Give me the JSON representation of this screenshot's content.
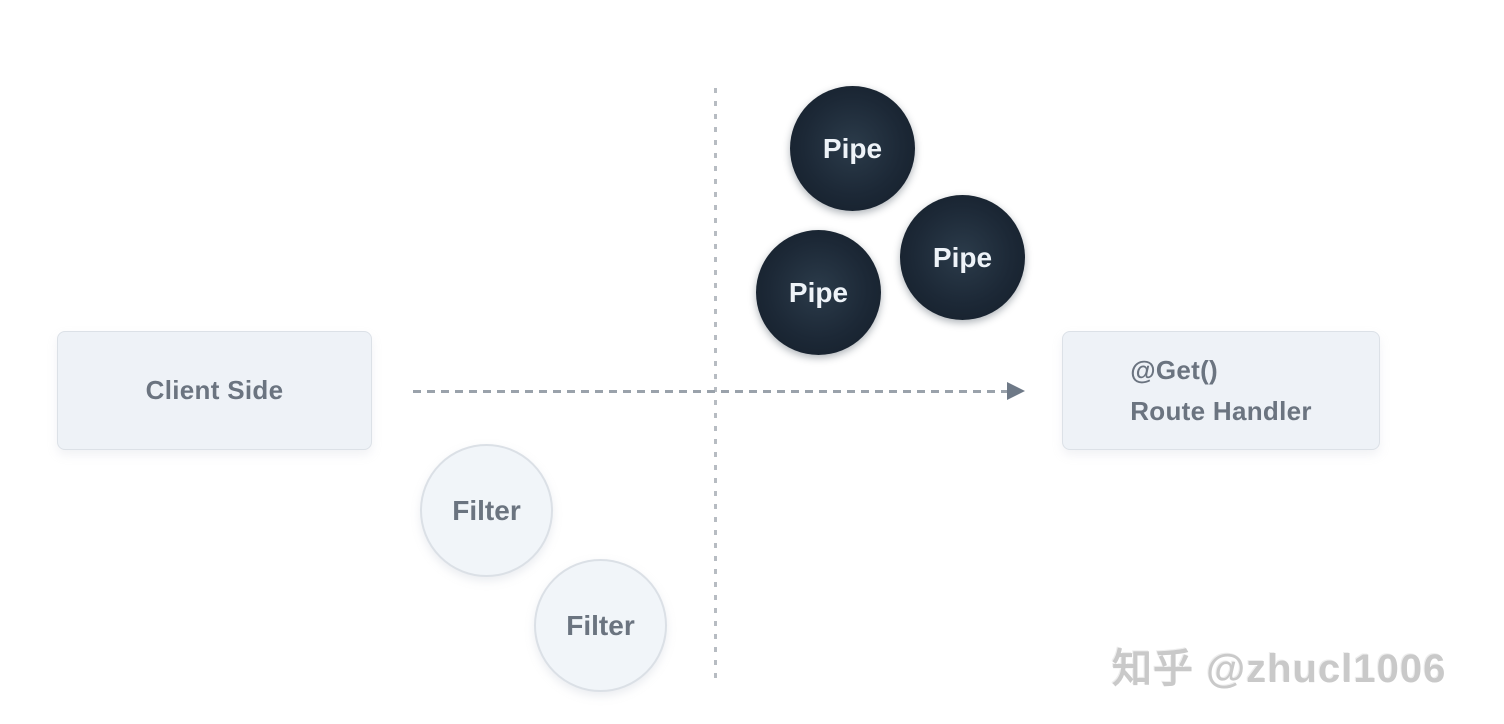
{
  "nodes": {
    "client": {
      "label": "Client Side"
    },
    "handler": {
      "line1": "@Get()",
      "line2": "Route Handler"
    },
    "pipes": [
      {
        "label": "Pipe"
      },
      {
        "label": "Pipe"
      },
      {
        "label": "Pipe"
      }
    ],
    "filters": [
      {
        "label": "Filter"
      },
      {
        "label": "Filter"
      }
    ]
  },
  "colors": {
    "background": "#ffffff",
    "node_box_fill": "#eef2f7",
    "node_box_border": "#dce1e7",
    "node_box_text": "#6b7480",
    "pipe_fill_dark": "#131d28",
    "pipe_fill_light": "#2b3b4a",
    "pipe_text": "#eef3f8",
    "filter_fill": "#f1f5f9",
    "filter_border": "#dbe0e6",
    "filter_text": "#6b7480",
    "dashed_line_horizontal": "#9aa2ab",
    "dashed_line_vertical": "#b7bcc2",
    "arrowhead": "#6e7987",
    "watermark_text_color": "#c9c9c9"
  },
  "watermark": {
    "text": "知乎 @zhucl1006"
  }
}
